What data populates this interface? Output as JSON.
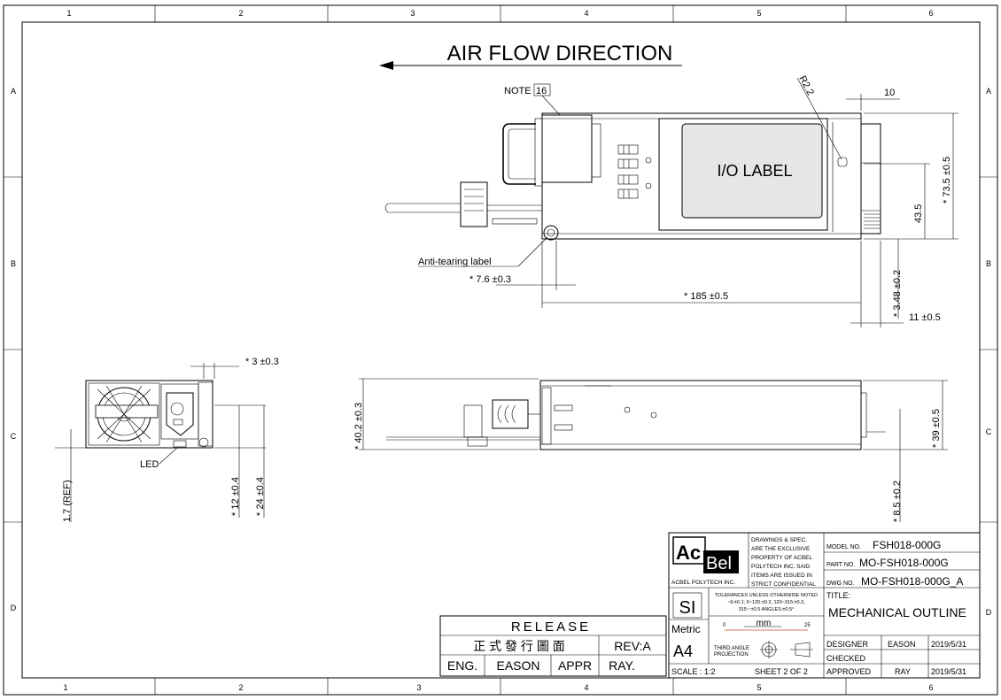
{
  "grid": {
    "columns": [
      "1",
      "2",
      "3",
      "4",
      "5",
      "6"
    ],
    "rows": [
      "A",
      "B",
      "C",
      "D"
    ]
  },
  "title_text": "AIR FLOW DIRECTION",
  "notes": {
    "note_label": "NOTE",
    "note_number": "16",
    "io_label": "I/O LABEL",
    "anti_tearing": "Anti-tearing label",
    "led": "LED"
  },
  "dimensions": {
    "radius": "R2.2",
    "d10": "10",
    "d73_5": "* 73.5 ±0.5",
    "d43_5": "43.5",
    "d3_48": "* 3.48 ±0.2",
    "d11": "11 ±0.5",
    "d7_6": "* 7.6 ±0.3",
    "d185": "* 185 ±0.5",
    "d3": "* 3 ±0.3",
    "d1_7": "1.7 (REF)",
    "d12": "* 12 ±0.4",
    "d24": "* 24 ±0.4",
    "d40_2": "* 40.2 ±0.3",
    "d39": "* 39 ±0.5",
    "d8_5": "* 8.5 ±0.2"
  },
  "release": {
    "title": "RELEASE",
    "chinese": "正 式 發 行 圖 面",
    "rev": "REV:A",
    "eng_label": "ENG.",
    "eng_name": "EASON",
    "appr_label": "APPR",
    "appr_name": "RAY."
  },
  "title_block": {
    "logo_ac": "Ac",
    "logo_bel": "Bel",
    "company": "ACBEL POLYTECH INC.",
    "confidential": [
      "DRAWINGS & SPEC.",
      "ARE THE EXCLUSIVE",
      "PROPERTY OF ACBEL",
      "POLYTECH INC. SAID",
      "ITEMS ARE ISSUED IN",
      "STRICT CONFIDENTIAL"
    ],
    "model_label": "MODEL NO.",
    "model_value": "FSH018-000G",
    "part_label": "PART NO.",
    "part_value": "MO-FSH018-000G",
    "dwg_label": "DWG NO.",
    "dwg_value": "MO-FSH018-000G_A",
    "title_label": "TITLE:",
    "title_value": "MECHANICAL OUTLINE",
    "si": "SI",
    "metric": "Metric",
    "a4": "A4",
    "tolerance_lines": [
      "TOLERANCES UNLESS OTHERWISE NOTED",
      "~6:±0.1, 6~120:±0.2, 120~315:±0.3,",
      "315~:±0.5 ANGLES:±0.5°"
    ],
    "mm": "mm",
    "scale_0": "0",
    "scale_25": "25",
    "projection": [
      "THIRD ANGLE",
      "PROJECTION"
    ],
    "designer_label": "DESIGNER",
    "designer_name": "EASON",
    "designer_date": "2019/5/31",
    "checked_label": "CHECKED",
    "approved_label": "APPROVED",
    "approved_name": "RAY",
    "approved_date": "2019/5/31",
    "scale": "SCALE : 1:2",
    "sheet": "SHEET 2 OF 2"
  }
}
